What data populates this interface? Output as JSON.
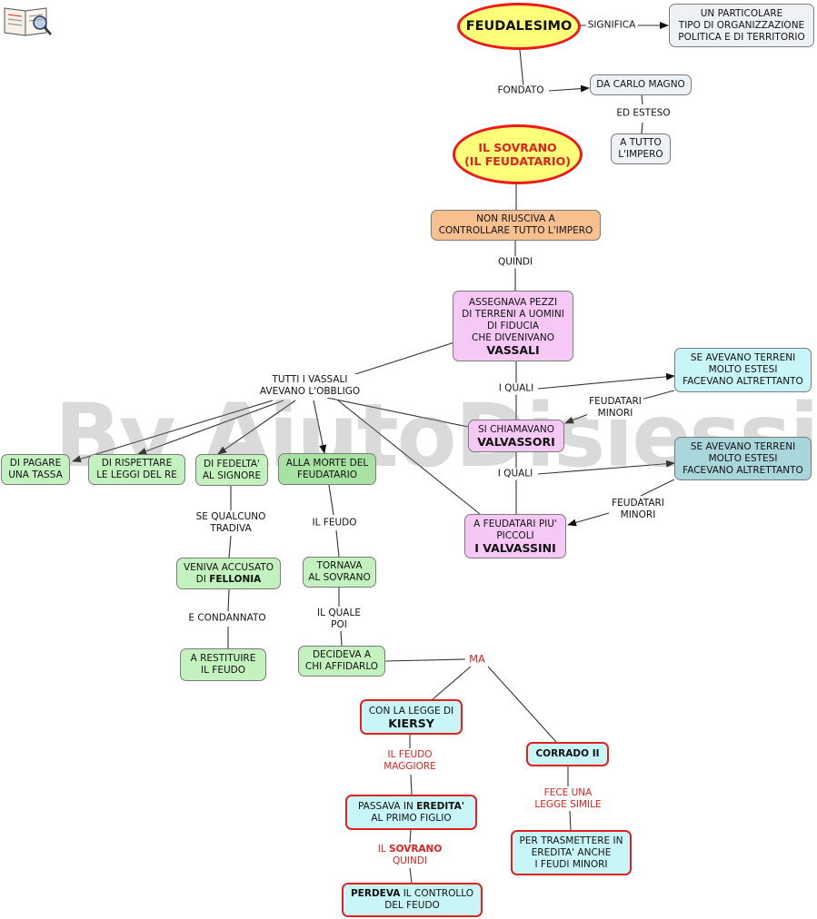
{
  "watermark": "By AiutoDislessia.net",
  "nodes": {
    "feudalesimo": "FEUDALESIMO",
    "tipo": [
      "UN PARTICOLARE",
      "TIPO DI ORGANIZZAZIONE",
      "POLITICA E DI TERRITORIO"
    ],
    "carlo_magno": "DA CARLO MAGNO",
    "impero": [
      "A TUTTO",
      "L'IMPERO"
    ],
    "sovrano": [
      "IL SOVRANO",
      "(IL FEUDATARIO)"
    ],
    "non_riusciva": [
      "NON RIUSCIVA A",
      "CONTROLLARE TUTTO L'IMPERO"
    ],
    "assegnava": [
      "ASSEGNAVA PEZZI",
      "DI TERRENI A UOMINI",
      "DI FIDUCIA",
      "CHE DIVENIVANO",
      "VASSALI"
    ],
    "terreni1": [
      "SE AVEVANO TERRENI",
      "MOLTO ESTESI",
      "FACEVANO ALTRETTANTO"
    ],
    "valvassori": [
      "SI CHIAMAVANO",
      "VALVASSORI"
    ],
    "terreni2": [
      "SE AVEVANO TERRENI",
      "MOLTO ESTESI",
      "FACEVANO ALTRETTANTO"
    ],
    "valvassini": [
      "A FEUDATARI PIU'",
      "PICCOLI",
      "I VALVASSINI"
    ],
    "tassa": [
      "DI PAGARE",
      "UNA TASSA"
    ],
    "leggi": [
      "DI RISPETTARE",
      "LE LEGGI DEL RE"
    ],
    "fedelta": [
      "DI FEDELTA'",
      "AL SIGNORE"
    ],
    "morte": [
      "ALLA MORTE DEL",
      "FEUDATARIO"
    ],
    "fellonia": [
      "VENIVA ACCUSATO",
      "DI ",
      "FELLONIA"
    ],
    "tornava": [
      "TORNAVA",
      "AL SOVRANO"
    ],
    "restituire": [
      "A RESTITUIRE",
      "IL FEUDO"
    ],
    "decideva": [
      "DECIDEVA A",
      "CHI AFFIDARLO"
    ],
    "kiersy": [
      "CON LA LEGGE DI",
      "KIERSY"
    ],
    "corrado": "CORRADO II",
    "eredita": [
      "PASSAVA IN ",
      "EREDITA'",
      "AL PRIMO FIGLIO"
    ],
    "trasmettere": [
      "PER TRASMETTERE IN",
      "EREDITA' ANCHE",
      "I FEUDI MINORI"
    ],
    "perdeva": [
      "PERDEVA",
      " IL CONTROLLO",
      "DEL FEUDO"
    ]
  },
  "links": {
    "significa": "SIGNIFICA",
    "fondato": "FONDATO",
    "ed_esteso": "ED ESTESO",
    "quindi": "QUINDI",
    "tutti_vassali": [
      "TUTTI I VASSALI",
      "AVEVANO L'OBBLIGO"
    ],
    "i_quali_1": "I QUALI",
    "feudatari_minori_1": [
      "FEUDATARI",
      "MINORI"
    ],
    "i_quali_2": "I QUALI",
    "feudatari_minori_2": [
      "FEUDATARI",
      "MINORI"
    ],
    "qualcuno_tradiva": [
      "SE QUALCUNO",
      "TRADIVA"
    ],
    "il_feudo": "IL FEUDO",
    "condannato": "E CONDANNATO",
    "il_quale_poi": [
      "IL QUALE",
      "POI"
    ],
    "ma": "MA",
    "feudo_maggiore": [
      "IL FEUDO",
      "MAGGIORE"
    ],
    "fece_legge": [
      "FECE UNA",
      "LEGGE SIMILE"
    ],
    "il_sovrano_quindi": [
      "IL ",
      "SOVRANO",
      "QUINDI"
    ]
  },
  "colors": {
    "ellipse_border": "#ee1a1a",
    "ellipse_fill": "#ffff7a",
    "orange": "#f9c08f",
    "pink": "#f6c8f6",
    "cyan": "#c8f6f8",
    "green": "#c4f2bf",
    "red_border": "#e12020"
  },
  "icons": {
    "logo": "book-magnifier-icon"
  }
}
